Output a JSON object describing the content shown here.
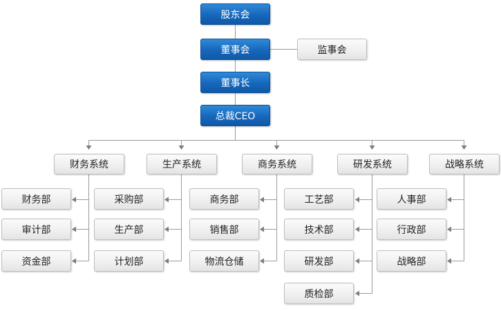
{
  "top_chain": [
    "股东会",
    "董事会",
    "董事长",
    "总裁CEO"
  ],
  "supervisory": "监事会",
  "systems": [
    {
      "name": "财务系统",
      "departments": [
        "财务部",
        "审计部",
        "资金部"
      ]
    },
    {
      "name": "生产系统",
      "departments": [
        "采购部",
        "生产部",
        "计划部"
      ]
    },
    {
      "name": "商务系统",
      "departments": [
        "商务部",
        "销售部",
        "物流仓储"
      ]
    },
    {
      "name": "研发系统",
      "departments": [
        "工艺部",
        "技术部",
        "研发部",
        "质检部"
      ]
    },
    {
      "name": "战略系统",
      "departments": [
        "人事部",
        "行政部",
        "战略部"
      ]
    }
  ],
  "colors": {
    "blue_box": "#1667bb",
    "gray_box": "#f0f0f0",
    "connector": "#9a9a9a"
  }
}
